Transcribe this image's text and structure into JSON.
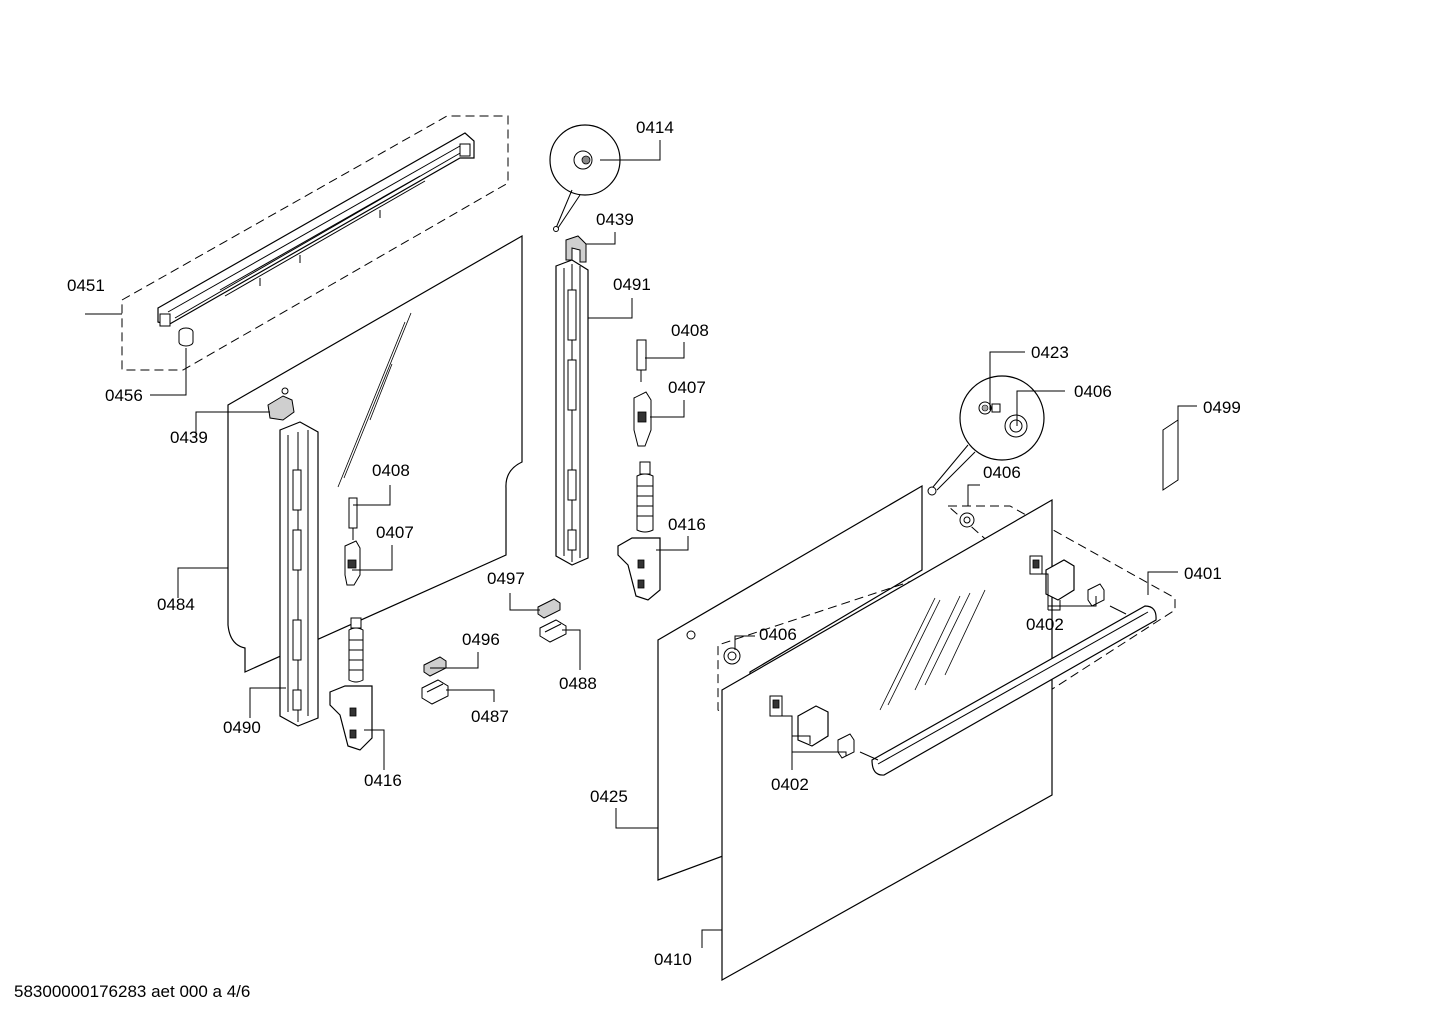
{
  "document_id": "58300000176283 aet 000 a 4/6",
  "callouts": {
    "c0451": "0451",
    "c0456": "0456",
    "c0439a": "0439",
    "c0484": "0484",
    "c0490": "0490",
    "c0408a": "0408",
    "c0407a": "0407",
    "c0416a": "0416",
    "c0414": "0414",
    "c0439b": "0439",
    "c0491": "0491",
    "c0408b": "0408",
    "c0407b": "0407",
    "c0416b": "0416",
    "c0497": "0497",
    "c0488": "0488",
    "c0496": "0496",
    "c0487": "0487",
    "c0423": "0423",
    "c0406a": "0406",
    "c0406b": "0406",
    "c0406c": "0406",
    "c0499": "0499",
    "c0401": "0401",
    "c0402a": "0402",
    "c0402b": "0402",
    "c0425": "0425",
    "c0410": "0410"
  }
}
